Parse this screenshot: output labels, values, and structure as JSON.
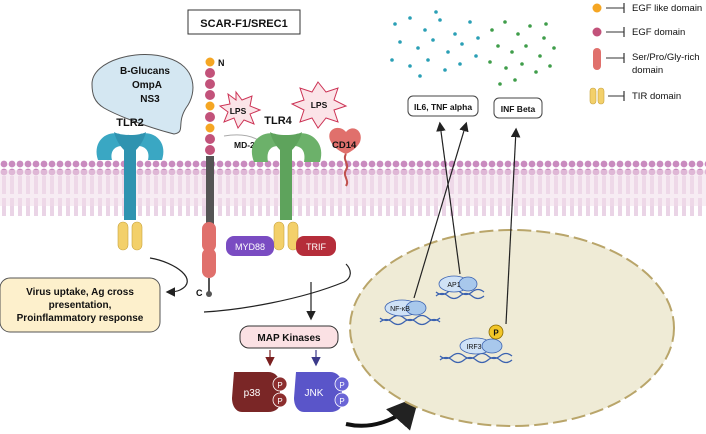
{
  "title": "SCAR-F1/SREC1",
  "legend": [
    {
      "label": "EGF like domain",
      "icon": "orange-dot-icon",
      "color": "#f5a623"
    },
    {
      "label": "EGF domain",
      "icon": "pink-dot-icon",
      "color": "#c2527a"
    },
    {
      "label": "Ser/Pro/Gly-rich",
      "label2": "domain",
      "icon": "red-capsule-icon",
      "color": "#e0706c"
    },
    {
      "label": "TIR domain",
      "icon": "yellow-bars-icon",
      "color": "#f3d06a"
    }
  ],
  "labels": {
    "pamps1": "B-Glucans",
    "pamps2": "OmpA",
    "pamps3": "NS3",
    "tlr2": "TLR2",
    "tlr4": "TLR4",
    "lps_a": "LPS",
    "lps_b": "LPS",
    "md2": "MD-2",
    "cd14": "CD14",
    "n_term": "N",
    "c_term": "C",
    "myd88": "MYD88",
    "trif": "TRIF",
    "map_kinases": "MAP Kinases",
    "p38": "p38",
    "jnk": "JNK",
    "p": "P",
    "il6": "IL6, TNF alpha",
    "ifn": "INF Beta",
    "nfkb": "NF-κB",
    "ap1": "AP1",
    "irf3": "IRF3",
    "outcome1": "Virus uptake, Ag cross",
    "outcome2": "presentation,",
    "outcome3": "Proinflammatory  response"
  }
}
